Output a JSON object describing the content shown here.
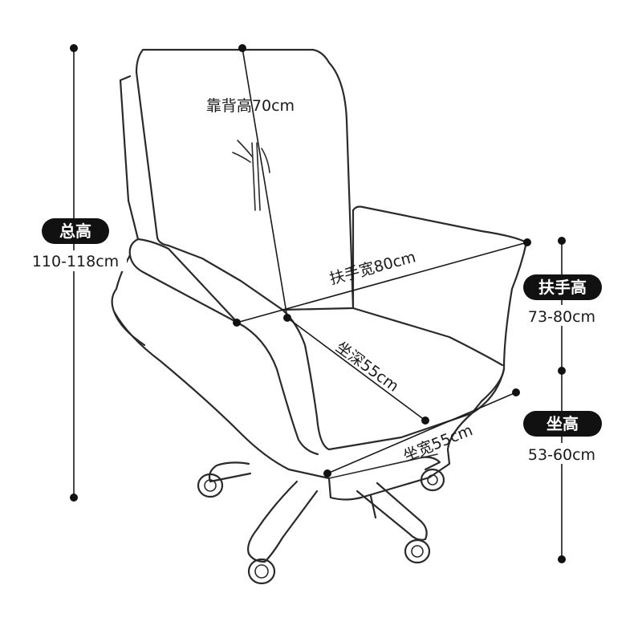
{
  "colors": {
    "line": "#2a2a2a",
    "badge": "#111111",
    "badge_text": "#ffffff"
  },
  "total_height": {
    "label": "总高",
    "value": "110-118cm"
  },
  "armrest_height": {
    "label": "扶手高",
    "value": "73-80cm"
  },
  "seat_height": {
    "label": "坐高",
    "value": "53-60cm"
  },
  "backrest_height": "靠背高70cm",
  "armrest_width": "扶手宽80cm",
  "seat_depth": "坐深55cm",
  "seat_width": "坐宽55cm"
}
